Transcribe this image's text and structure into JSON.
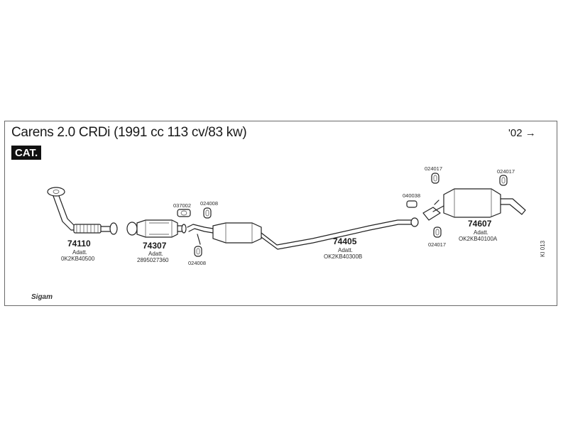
{
  "header": {
    "title": "Carens 2.0 CRDi (1991 cc 113 cv/83 kw)",
    "badge": "CAT.",
    "year": "'02 →"
  },
  "parts": [
    {
      "number": "74110",
      "adapt": "Adatt.",
      "oem": "0K2KB40500"
    },
    {
      "number": "74307",
      "adapt": "Adatt.",
      "oem": "2895027360"
    },
    {
      "number": "74405",
      "adapt": "Adatt.",
      "oem": "OK2KB40300B"
    },
    {
      "number": "74607",
      "adapt": "Adatt.",
      "oem": "OK2KB40100A"
    }
  ],
  "fittings": [
    "037002",
    "024008",
    "024008",
    "040038",
    "024017",
    "024017",
    "024017"
  ],
  "diagram_code": "KI 013",
  "brand": "Sigam",
  "colors": {
    "line": "#222222",
    "badge_bg": "#111111",
    "badge_text": "#ffffff",
    "frame": "#6a6a6a"
  }
}
